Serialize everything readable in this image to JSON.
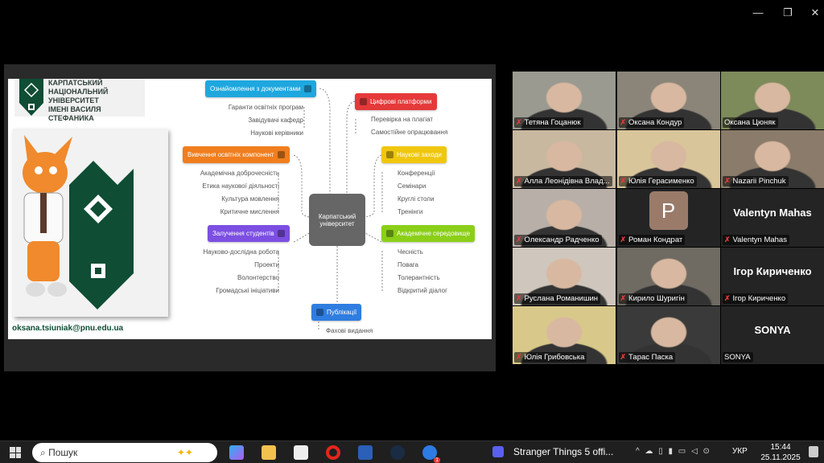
{
  "window": {
    "minimize": "—",
    "restore": "❐",
    "close": "✕"
  },
  "slide": {
    "university_lines": [
      "КАРПАТСЬКИЙ",
      "НАЦІОНАЛЬНИЙ УНІВЕРСИТЕТ",
      "ІМЕНІ ВАСИЛЯ СТЕФАНИКА"
    ],
    "email": "oksana.tsiuniak@pnu.edu.ua",
    "center": "Карпатський університет",
    "branches": [
      {
        "title": "Ознайомлення з документами",
        "color": "#1ea7df",
        "items": [
          "Гаранти освітніх програм",
          "Завідувачі кафедр",
          "Наукові керівники"
        ]
      },
      {
        "title": "Цифрові платформи",
        "color": "#e5393a",
        "items": [
          "Перевірка на плагіат",
          "Самостійне опрацювання"
        ]
      },
      {
        "title": "Вивчення освітніх компонент",
        "color": "#f07e1e",
        "items": [
          "Академічна доброчесність",
          "Етика наукової діяльності",
          "Культура мовлення",
          "Критичне мислення"
        ]
      },
      {
        "title": "Наукові заходи",
        "color": "#f0c70e",
        "items": [
          "Конференції",
          "Семінари",
          "Круглі столи",
          "Тренінги"
        ]
      },
      {
        "title": "Залучення студентів",
        "color": "#7c4fe2",
        "items": [
          "Науково-дослідна робота",
          "Проекти",
          "Волонтерство",
          "Громадські ініціативи"
        ]
      },
      {
        "title": "Академічне середовище",
        "color": "#8bcf19",
        "items": [
          "Чесність",
          "Повага",
          "Толерантність",
          "Відкритий діалог"
        ]
      },
      {
        "title": "Публікації",
        "color": "#2f7de0",
        "items": [
          "Фахові видання"
        ]
      }
    ]
  },
  "participants": [
    {
      "name": "Тетяна Гоцанюк",
      "muted": true,
      "bg": "#9a9a90"
    },
    {
      "name": "Оксана Кондур",
      "muted": true,
      "bg": "#8a8578"
    },
    {
      "name": "Оксана Цюняк",
      "muted": false,
      "bg": "#7d8a5a",
      "active": true
    },
    {
      "name": "Алла Леонідівна Влад...",
      "muted": true,
      "bg": "#c9b8a0"
    },
    {
      "name": "Юлія Герасименко",
      "muted": true,
      "bg": "#d9c59a"
    },
    {
      "name": "Nazarii Pinchuk",
      "muted": true,
      "bg": "#8a7b6a"
    },
    {
      "name": "Олександр Радченко",
      "muted": true,
      "bg": "#b8b0a8"
    },
    {
      "name": "Роман Кондрат",
      "muted": true,
      "avatar": "P"
    },
    {
      "name": "Valentyn Mahas",
      "muted": true,
      "display": "Valentyn Mahas"
    },
    {
      "name": "Руслана Романишин",
      "muted": true,
      "bg": "#cfc7bd"
    },
    {
      "name": "Кирило Шуригін",
      "muted": true,
      "bg": "#6f6a62"
    },
    {
      "name": "Ігор Кириченко",
      "muted": true,
      "display": "Ігор Кириченко"
    },
    {
      "name": "Юлія Грибовська",
      "muted": true,
      "bg": "#d8c98a"
    },
    {
      "name": "Тарас Паска",
      "muted": true,
      "bg": "#3a3a3a"
    },
    {
      "name": "SONYA",
      "muted": false,
      "display": "SONYA"
    }
  ],
  "taskbar": {
    "search": "Пошук",
    "media": "Stranger Things 5 offi...",
    "lang": "УКР",
    "time": "15:44",
    "date": "25.11.2025",
    "badge": "1"
  }
}
